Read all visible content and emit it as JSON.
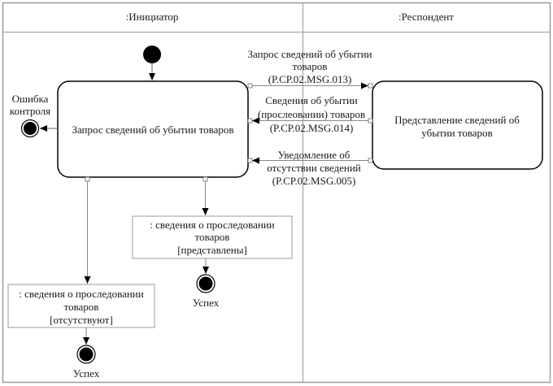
{
  "lanes": [
    {
      "title": ":Инициатор"
    },
    {
      "title": ":Респондент"
    }
  ],
  "states": {
    "request": {
      "label": "Запрос сведений об убытии товаров"
    },
    "response": {
      "lines": [
        "Представление сведений об",
        "убытии товаров"
      ]
    }
  },
  "error_final": {
    "lines": [
      "Ошибка",
      "контроля"
    ]
  },
  "messages": [
    {
      "lines": [
        "Запрос сведений об убытии",
        "товаров",
        "(P.CP.02.MSG.013)"
      ],
      "direction": "to-respondent"
    },
    {
      "lines": [
        "Сведения об убытии",
        "(прослеовании) товаров",
        "(P.CP.02.MSG.014)"
      ],
      "direction": "to-initiator"
    },
    {
      "lines": [
        "Уведомление об",
        "отсутствии сведений",
        "(P.CP.02.MSG.005)"
      ],
      "direction": "to-initiator"
    }
  ],
  "objects": [
    {
      "lines": [
        ": сведения о проследовании",
        "товаров",
        "[представлены]"
      ]
    },
    {
      "lines": [
        ": сведения о проследовании",
        "товаров",
        "[отсутствуют]"
      ]
    }
  ],
  "finals": [
    {
      "label": "Успех"
    },
    {
      "label": "Успех"
    }
  ]
}
